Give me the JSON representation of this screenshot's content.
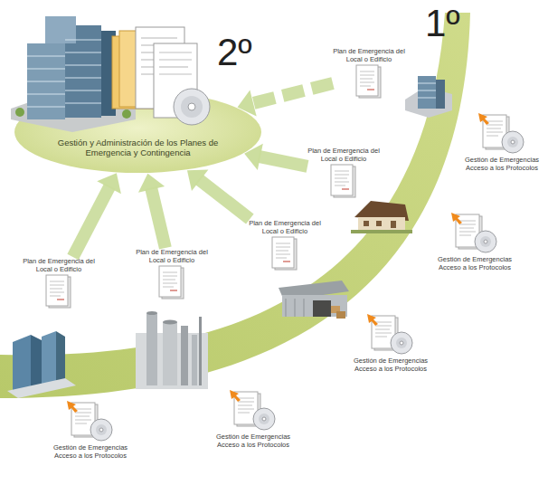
{
  "diagram": {
    "nodes": [
      {
        "text": [
          "Gestión y Administración de los Planes de Emergencia y Contingencia"
        ]
      },
      {
        "text": [
          "Plan de Emergencia del Local o Edificio"
        ]
      },
      {
        "text": [
          "Plan de Emergencia del Local o Edificio"
        ]
      },
      {
        "text": [
          "Plan de Emergencia del Local o Edificio"
        ]
      },
      {
        "text": [
          "Plan de Emergencia del Local o Edificio"
        ]
      },
      {
        "text": [
          "Plan de Emergencia del Local o Edificio"
        ]
      },
      {
        "text": [
          "Gestión de Emergencias Acceso a los Protocolos"
        ]
      },
      {
        "text": [
          "Gestión de Emergencias Acceso a los Protocolos"
        ]
      },
      {
        "text": [
          "Gestión de Emergencias Acceso a los Protocolos"
        ]
      },
      {
        "text": [
          "Gestión de Emergencias Acceso a los Protocolos"
        ]
      },
      {
        "text": [
          "Gestión de Emergencias Acceso a los Protocolos"
        ]
      }
    ],
    "edges": [
      {
        "from": 1,
        "to": 0,
        "arrow": "to"
      },
      {
        "from": 2,
        "to": 0,
        "arrow": "to"
      },
      {
        "from": 3,
        "to": 0,
        "arrow": "to"
      },
      {
        "from": 4,
        "to": 0,
        "arrow": "to"
      },
      {
        "from": 5,
        "to": 0,
        "arrow": "to"
      }
    ],
    "labels": [
      "2º",
      "1º"
    ]
  }
}
